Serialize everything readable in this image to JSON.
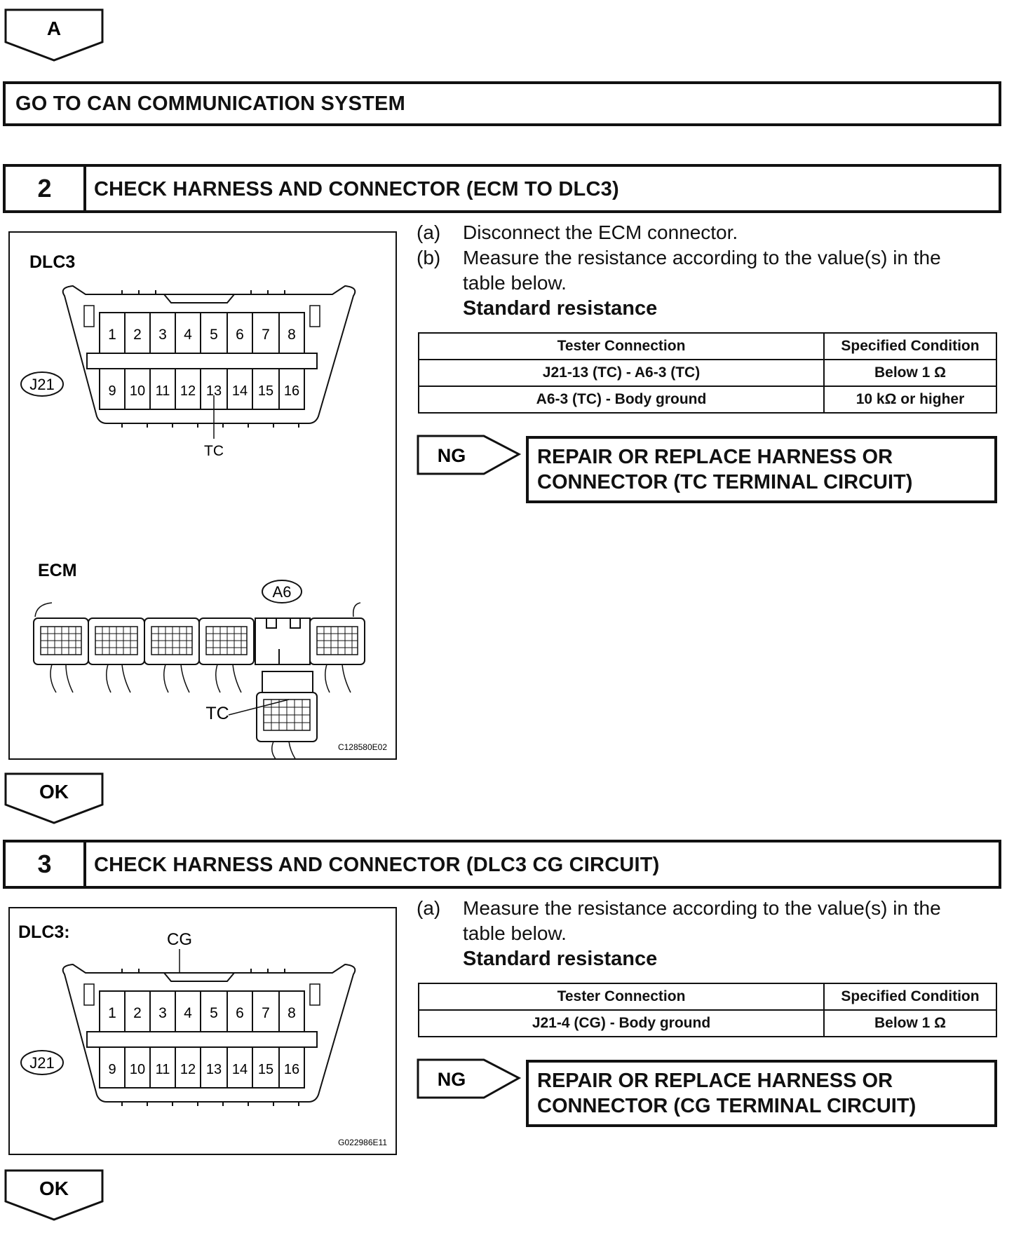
{
  "start_label": "A",
  "go_to_bar": "GO TO CAN COMMUNICATION SYSTEM",
  "step2": {
    "number": "2",
    "title": "CHECK HARNESS AND CONNECTOR (ECM TO DLC3)",
    "figure": {
      "dlc_label": "DLC3",
      "connector_id": "J21",
      "pins_top": [
        "1",
        "2",
        "3",
        "4",
        "5",
        "6",
        "7",
        "8"
      ],
      "pins_bottom": [
        "9",
        "10",
        "11",
        "12",
        "13",
        "14",
        "15",
        "16"
      ],
      "pin_callout": "TC",
      "ecm_label": "ECM",
      "ecm_connector_id": "A6",
      "ecm_callout": "TC",
      "figure_code": "C128580E02"
    },
    "instructions": [
      {
        "label": "(a)",
        "text": "Disconnect the ECM connector."
      },
      {
        "label": "(b)",
        "text": "Measure the resistance according to the value(s) in the"
      },
      {
        "label": "",
        "text": "table below."
      }
    ],
    "standard_label": "Standard resistance",
    "table": {
      "headers": [
        "Tester Connection",
        "Specified Condition"
      ],
      "rows": [
        [
          "J21-13 (TC) - A6-3 (TC)",
          "Below 1 Ω"
        ],
        [
          "A6-3 (TC) - Body ground",
          "10 kΩ or higher"
        ]
      ]
    },
    "ng_label": "NG",
    "ng_result": [
      "REPAIR OR REPLACE HARNESS OR",
      "CONNECTOR (TC TERMINAL CIRCUIT)"
    ],
    "ok_label": "OK"
  },
  "step3": {
    "number": "3",
    "title": "CHECK HARNESS AND CONNECTOR (DLC3 CG CIRCUIT)",
    "figure": {
      "dlc_label": "DLC3:",
      "connector_id": "J21",
      "pins_top": [
        "1",
        "2",
        "3",
        "4",
        "5",
        "6",
        "7",
        "8"
      ],
      "pins_bottom": [
        "9",
        "10",
        "11",
        "12",
        "13",
        "14",
        "15",
        "16"
      ],
      "pin_callout": "CG",
      "figure_code": "G022986E11"
    },
    "instructions": [
      {
        "label": "(a)",
        "text": "Measure the resistance according to the value(s) in the"
      },
      {
        "label": "",
        "text": "table below."
      }
    ],
    "standard_label": "Standard resistance",
    "table": {
      "headers": [
        "Tester Connection",
        "Specified Condition"
      ],
      "rows": [
        [
          "J21-4 (CG) - Body ground",
          "Below 1 Ω"
        ]
      ]
    },
    "ng_label": "NG",
    "ng_result": [
      "REPAIR OR REPLACE HARNESS OR",
      "CONNECTOR (CG TERMINAL CIRCUIT)"
    ],
    "ok_label": "OK"
  }
}
